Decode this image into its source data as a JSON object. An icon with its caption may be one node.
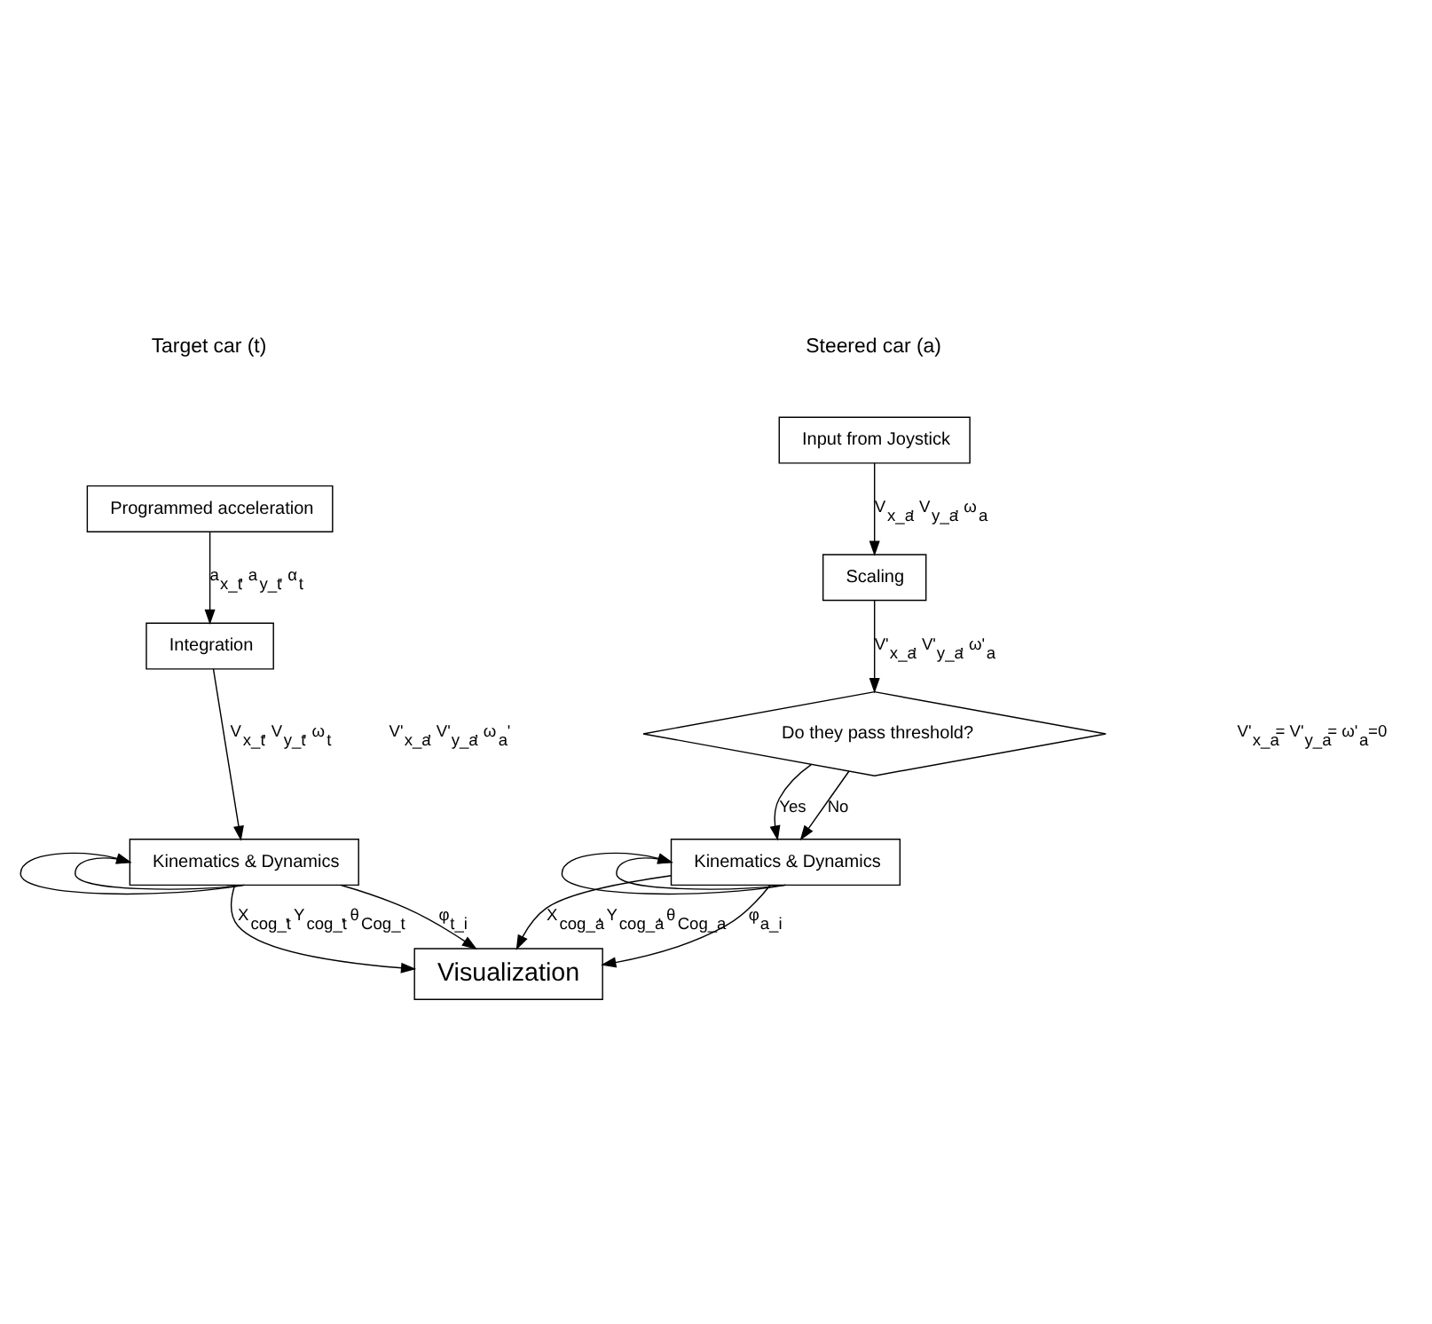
{
  "diagram": {
    "nodes": [
      {
        "text": [
          "Input from Joystick"
        ]
      },
      {
        "text": [
          "Scaling"
        ]
      },
      {
        "text": [
          "Do they pass threshold?"
        ]
      },
      {
        "text": [
          "Kinematics & Dynamics"
        ]
      },
      {
        "text": [
          "Programmed acceleration"
        ]
      },
      {
        "text": [
          "Integration"
        ]
      },
      {
        "text": [
          "Kinematics & Dynamics"
        ]
      },
      {
        "text": [
          "Visualization"
        ]
      }
    ],
    "edges": [
      {
        "from": 0,
        "to": 1,
        "arrow": "to",
        "label": "V$_{x_a}$, V$_{y_a}$, ω$_{a}$"
      },
      {
        "from": 1,
        "to": 2,
        "arrow": "to",
        "label": "V'$_{x_a}$, V'$_{y_a}$, ω'$_{a}$"
      },
      {
        "from": 2,
        "to": 3,
        "arrow": "to",
        "label": "Yes"
      },
      {
        "from": 2,
        "to": 3,
        "arrow": "to",
        "label": "No"
      },
      {
        "from": 3,
        "to": 3,
        "arrow": "to"
      },
      {
        "from": 3,
        "to": 7,
        "arrow": "to",
        "label": "X$_{cog_a}$, Y$_{cog_a}$, θ$_{Cog_a}$"
      },
      {
        "from": 3,
        "to": 3,
        "arrow": "to"
      },
      {
        "from": 3,
        "to": 7,
        "arrow": "to",
        "label": "φ$_{a_i}$"
      },
      {
        "from": 4,
        "to": 5,
        "arrow": "to",
        "label": "a$_{x_t}$, a$_{y_t}$, α$_{t}$"
      },
      {
        "from": 5,
        "to": 6,
        "arrow": "to",
        "label": "V$_{x_t}$, V$_{y_t}$, ω$_{t}$"
      },
      {
        "from": 6,
        "to": 6,
        "arrow": "to"
      },
      {
        "from": 6,
        "to": 7,
        "arrow": "to",
        "label": "X$_{cog_t}$, Y$_{cog_t}$, θ$_{Cog_t}$"
      },
      {
        "from": 6,
        "to": 6,
        "arrow": "to"
      },
      {
        "from": 6,
        "to": 7,
        "arrow": "to",
        "label": "φ$_{t_i}$"
      }
    ],
    "labels": [
      "Steered car (a)",
      "Target car (t)",
      "V'$_{x_a}$, V'$_{y_a}$, ω$_{a}$'",
      "V'$_{x_a}$= V'$_{y_a}$= ω'$_{a}$=0"
    ]
  }
}
